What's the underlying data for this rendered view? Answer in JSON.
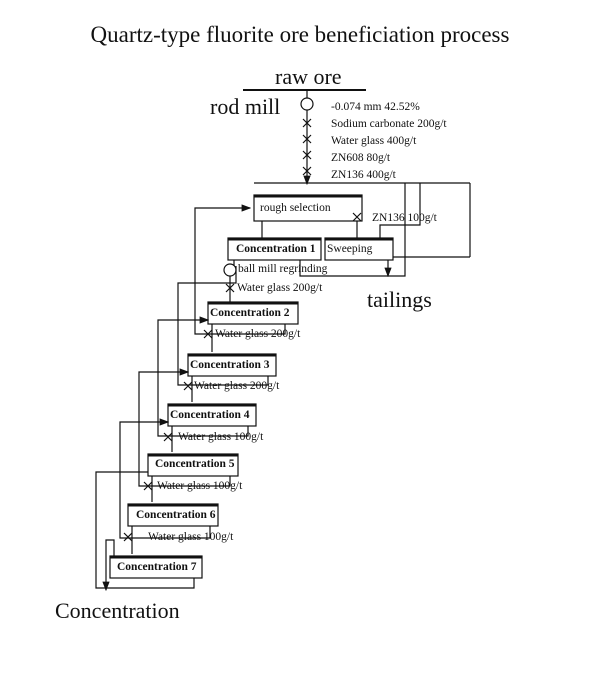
{
  "title": "Quartz-type fluorite ore beneficiation process",
  "raw_ore": "raw ore",
  "rod_mill": "rod mill",
  "feed_reagents": [
    "-0.074 mm 42.52%",
    "Sodium carbonate 200g/t",
    "Water glass 400g/t",
    "ZN608 80g/t",
    "ZN136 400g/t"
  ],
  "rough_selection": "rough selection",
  "sweeping_reagent": "ZN136 100g/t",
  "sweeping": "Sweeping",
  "tailings": "tailings",
  "regrinding": "ball mill regrinding",
  "concentration_stages": [
    {
      "label": "Concentration 1",
      "reagent": "Water glass 200g/t"
    },
    {
      "label": "Concentration 2",
      "reagent": "Water glass 200g/t"
    },
    {
      "label": "Concentration 3",
      "reagent": "Water glass 200g/t"
    },
    {
      "label": "Concentration 4",
      "reagent": "Water glass 100g/t"
    },
    {
      "label": "Concentration 5",
      "reagent": "Water glass 100g/t"
    },
    {
      "label": "Concentration 6",
      "reagent": "Water glass 100g/t"
    },
    {
      "label": "Concentration 7",
      "reagent": ""
    }
  ],
  "final_product": "Concentration"
}
